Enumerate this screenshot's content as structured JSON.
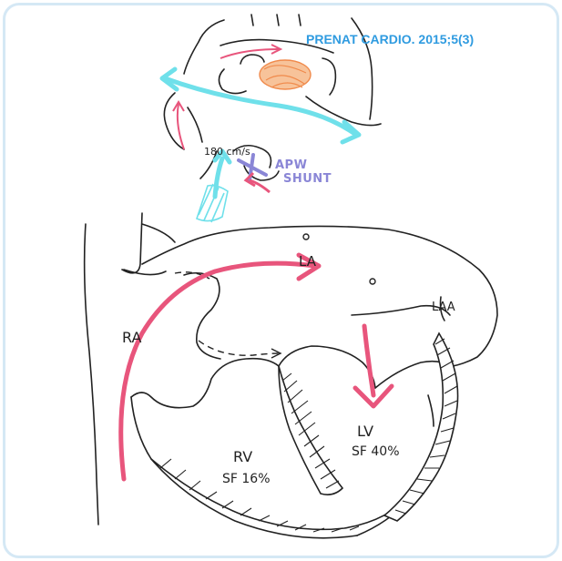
{
  "citation": "PRENAT CARDIO. 2015;5(3)",
  "labels": {
    "velocity": "180 cm/s",
    "apw": "APW",
    "shunt": "SHUNT",
    "la": "LA",
    "laa": "LAA",
    "ra": "RA",
    "rv": "RV",
    "rv_sf": "SF 16%",
    "lv": "LV",
    "lv_sf": "SF 40%"
  },
  "colors": {
    "frame_border": "#d5e8f5",
    "citation": "#2f9be0",
    "flow_cyan": "#6fe0ea",
    "flow_pink": "#e8557c",
    "shunt_purple": "#8a86d6",
    "ductus_orange": "#f08a4b",
    "ink": "#222222"
  }
}
